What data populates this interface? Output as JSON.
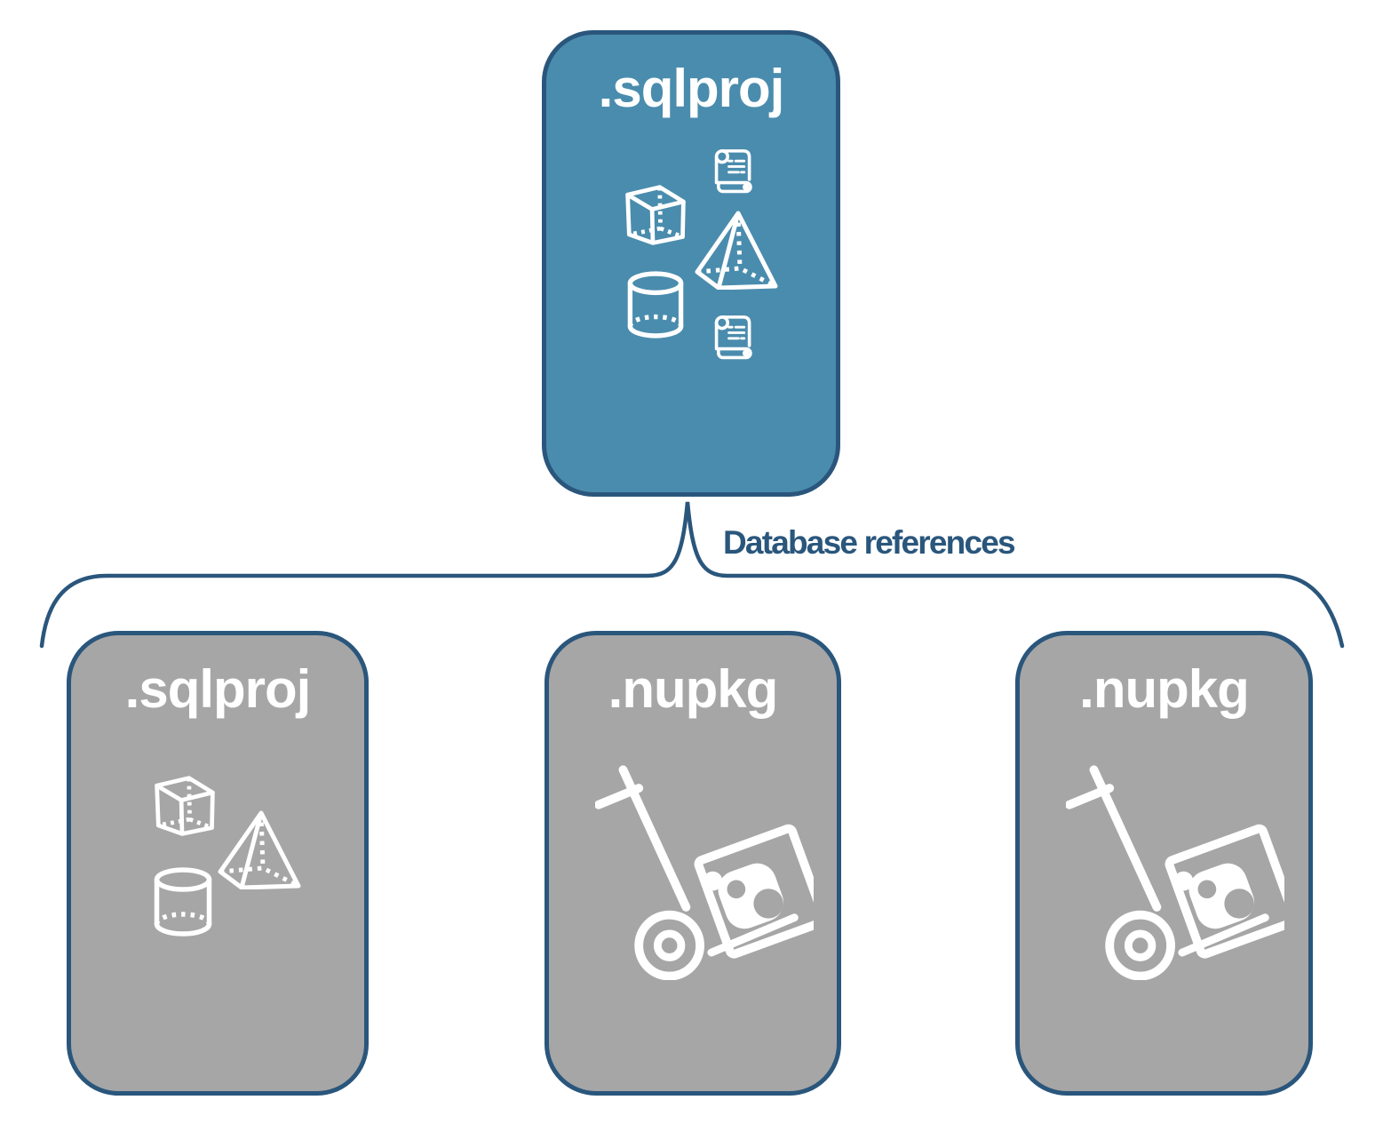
{
  "diagram": {
    "root": {
      "label": ".sqlproj",
      "icons": [
        "script-scroll",
        "cube",
        "pyramid",
        "cylinder",
        "script-scroll"
      ]
    },
    "connector_label": "Database references",
    "children": [
      {
        "label": ".sqlproj",
        "icons": [
          "cube",
          "pyramid",
          "cylinder"
        ]
      },
      {
        "label": ".nupkg",
        "icons": [
          "nuget-package-dolly"
        ]
      },
      {
        "label": ".nupkg",
        "icons": [
          "nuget-package-dolly"
        ]
      }
    ]
  },
  "colors": {
    "root_fill": "#4A8CAD",
    "child_fill": "#A6A6A6",
    "outline": "#2A567C",
    "icon": "#FFFFFF",
    "label_text": "#2A567C",
    "title_text": "#FFFFFF",
    "background": "#FFFFFF"
  }
}
